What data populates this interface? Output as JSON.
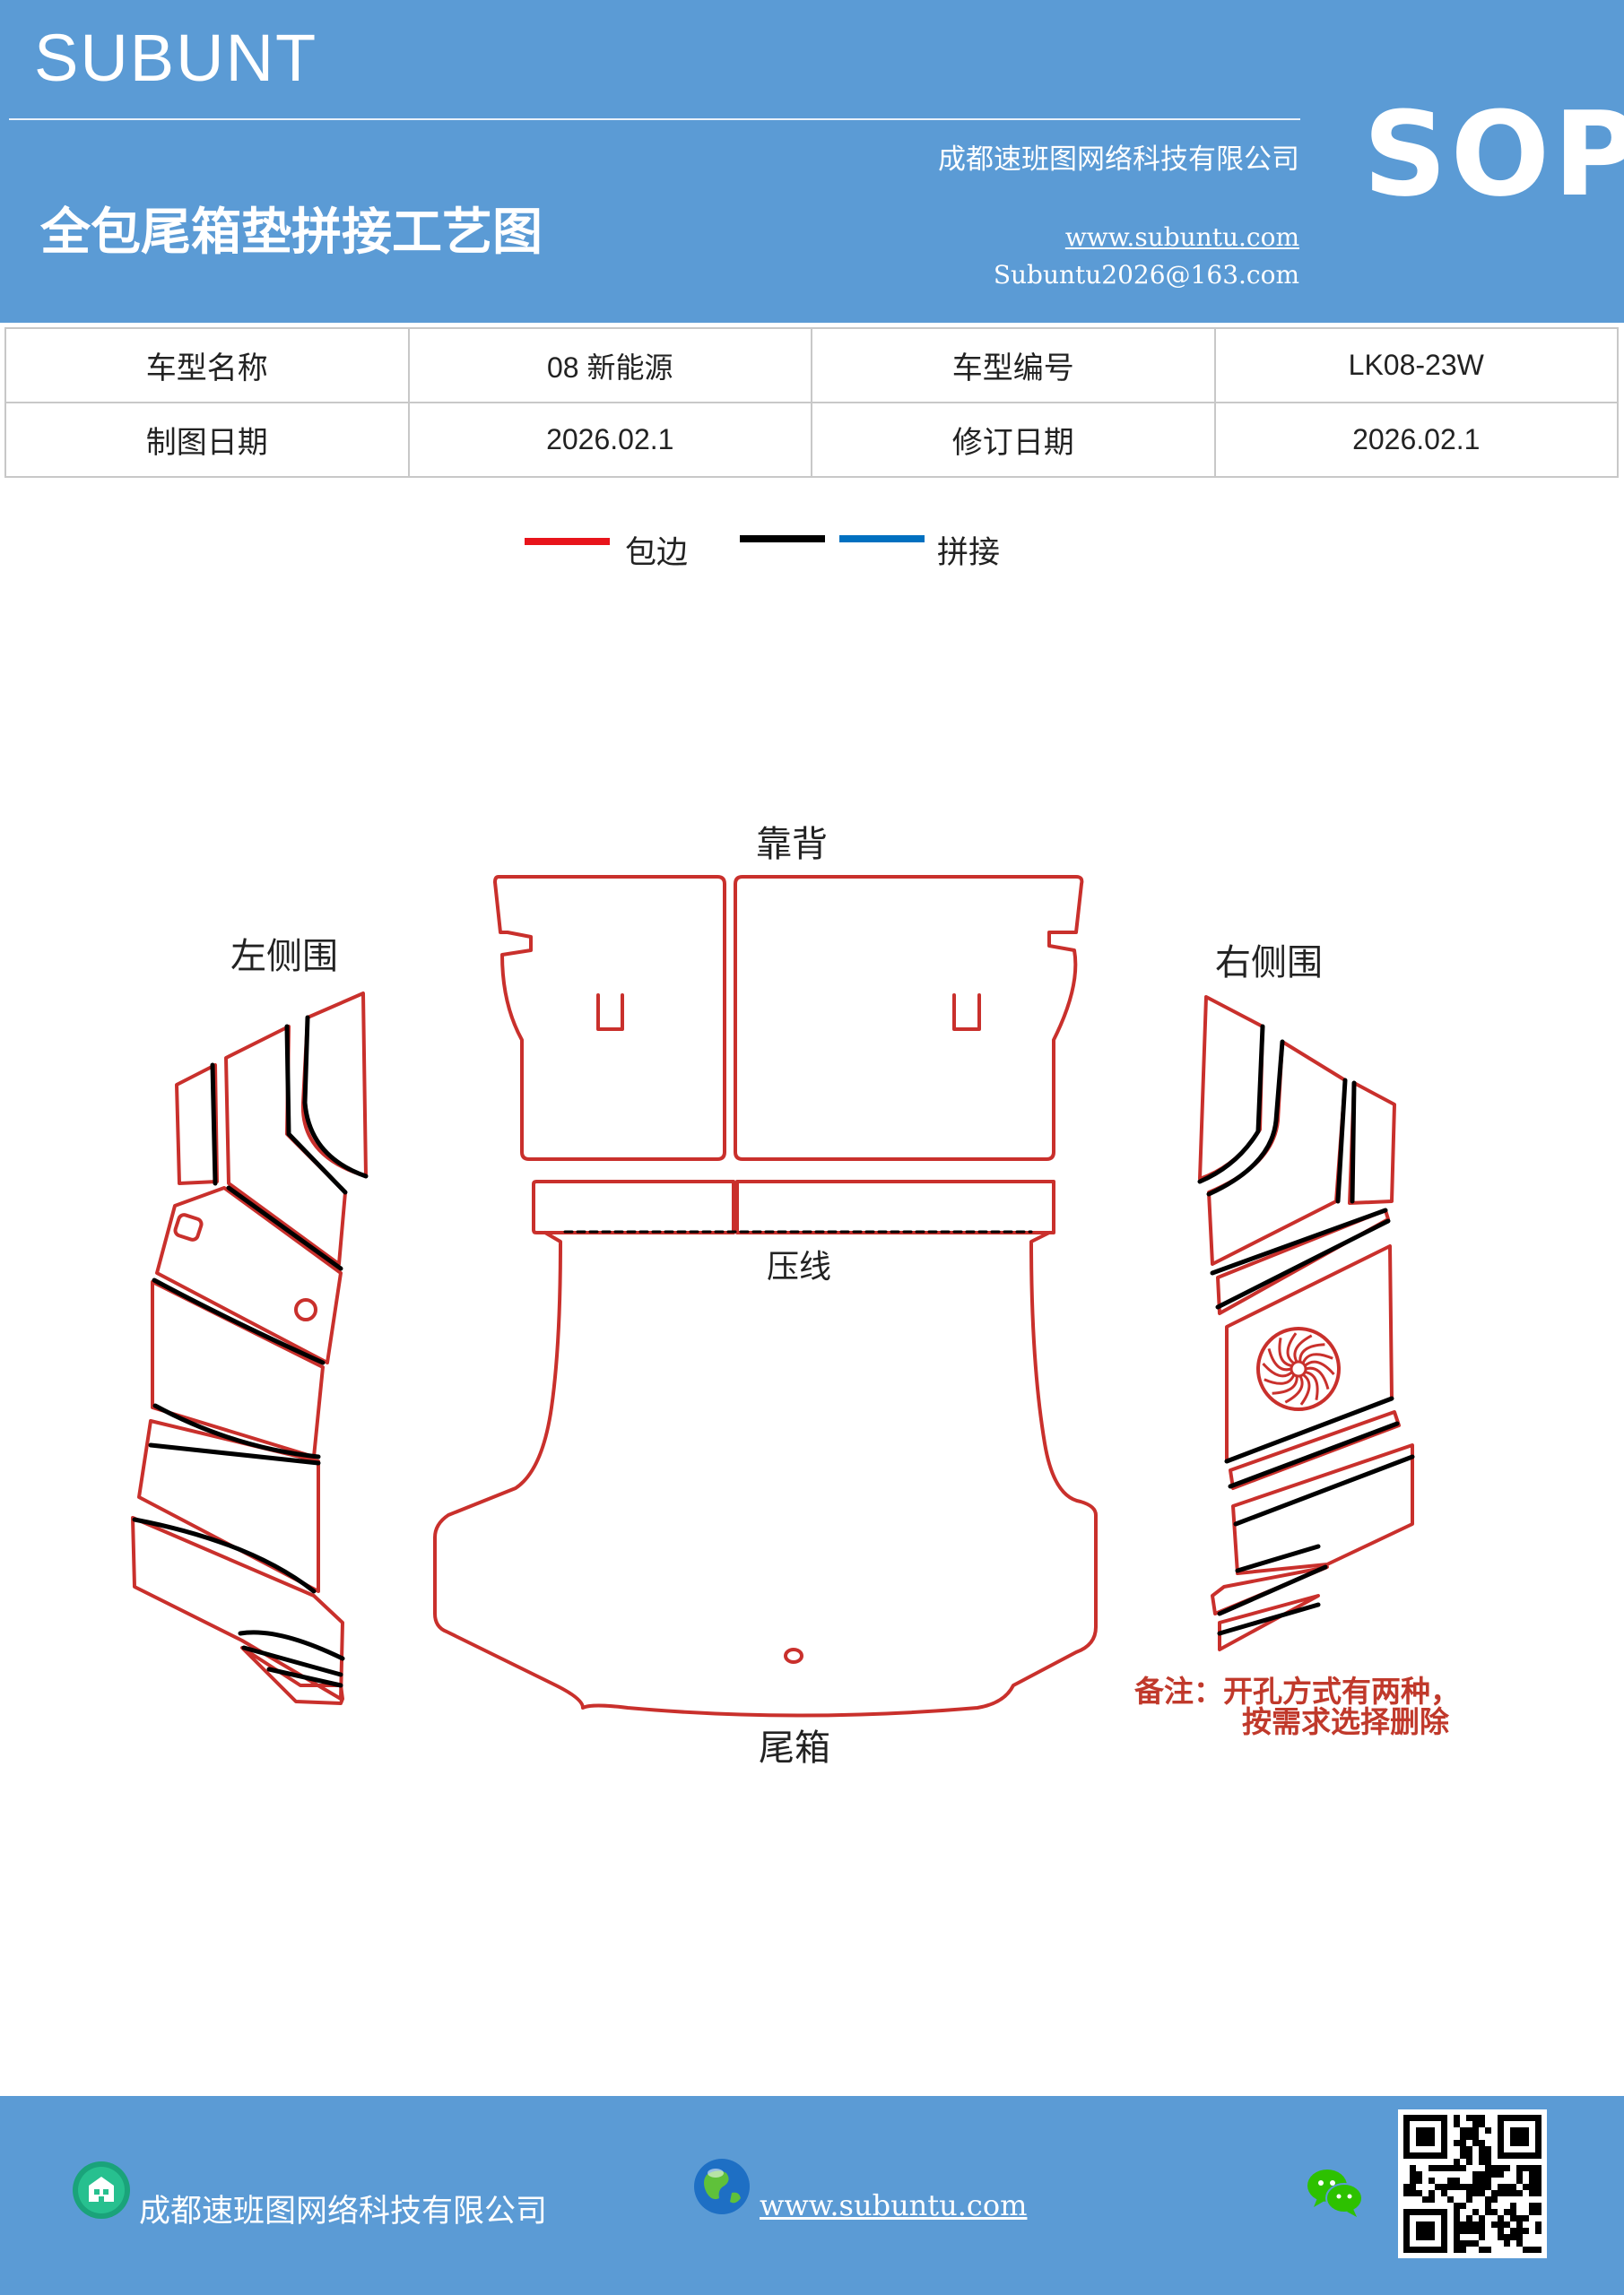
{
  "header": {
    "brand": "SUBUNT",
    "sop": "SOP",
    "title": "全包尾箱垫拼接工艺图",
    "company": "成都速班图网络科技有限公司",
    "website": "www.subuntu.com",
    "email": "Subuntu2026@163.com",
    "color": "#5b9bd5"
  },
  "info_table": {
    "rows": [
      [
        "车型名称",
        "08 新能源",
        "车型编号",
        "LK08-23W"
      ],
      [
        "制图日期",
        "2026.02.1",
        "修订日期",
        "2026.02.1"
      ]
    ]
  },
  "legend": {
    "edge_label": "包边",
    "splice_label": "拼接",
    "edge_color": "#e8141b",
    "black_color": "#000000",
    "splice_color": "#0070c0"
  },
  "diagram": {
    "backrest": "靠背",
    "left_side": "左侧围",
    "right_side": "右侧围",
    "crease": "压线",
    "trunk": "尾箱",
    "note_line1": "备注：开孔方式有两种，",
    "note_line2": "按需求选择删除",
    "outline_color": "#c9302c"
  },
  "footer": {
    "company": "成都速班图网络科技有限公司",
    "website": "www.subuntu.com",
    "building_icon": "building-icon",
    "globe_icon": "globe-icon",
    "wechat_icon": "wechat-icon"
  }
}
